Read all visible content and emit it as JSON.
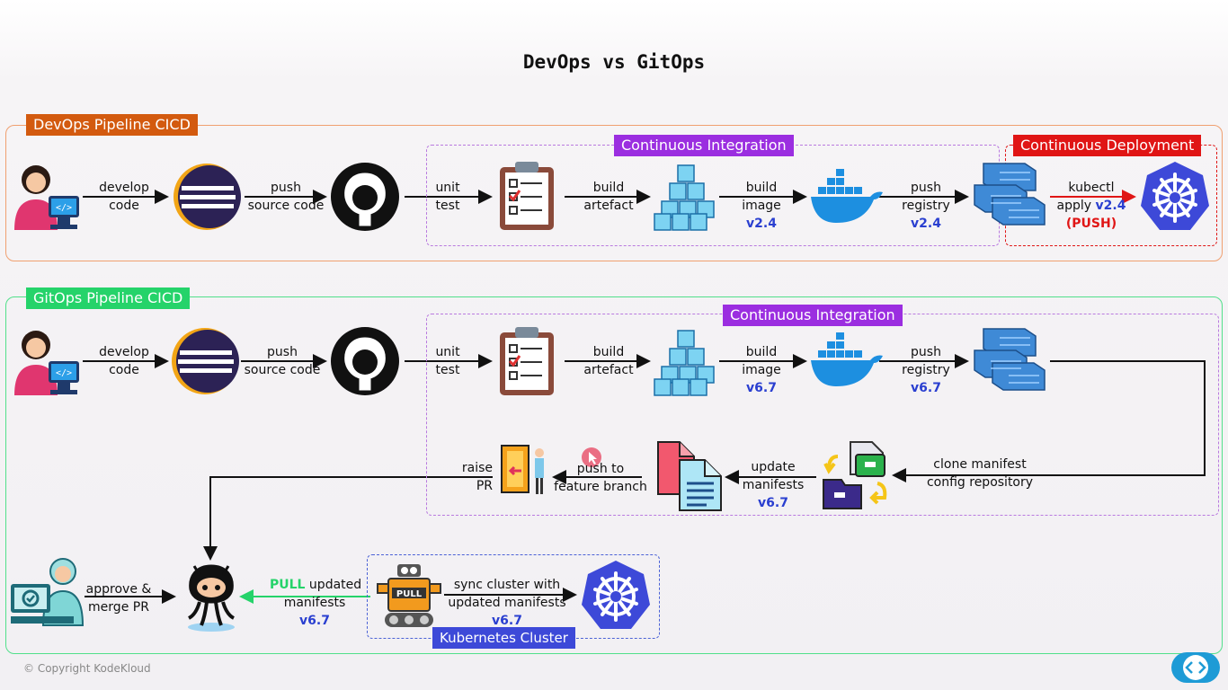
{
  "title": "DevOps vs GitOps",
  "colors": {
    "devops": "#d35a0f",
    "gitops": "#25d36a",
    "ci": "#9b2ee0",
    "cd": "#e01515",
    "k8s": "#3d49d8",
    "version": "#2a3fd0"
  },
  "devops": {
    "tag": "DevOps Pipeline CICD",
    "ci_label": "Continuous Integration",
    "cd_label": "Continuous Deployment",
    "steps": {
      "develop": [
        "develop",
        "code"
      ],
      "push": [
        "push",
        "source code"
      ],
      "unit": [
        "unit",
        "test"
      ],
      "build_artefact": [
        "build",
        "artefact"
      ],
      "build_image": [
        "build",
        "image"
      ],
      "build_image_ver": "v2.4",
      "push_registry": [
        "push",
        "registry"
      ],
      "push_registry_ver": "v2.4",
      "kubectl": [
        "kubectl",
        "apply"
      ],
      "kubectl_ver": "v2.4",
      "push_tag": "(PUSH)"
    }
  },
  "gitops": {
    "tag": "GitOps Pipeline CICD",
    "ci_label": "Continuous Integration",
    "k8s_label": "Kubernetes Cluster",
    "steps": {
      "develop": [
        "develop",
        "code"
      ],
      "push": [
        "push",
        "source code"
      ],
      "unit": [
        "unit",
        "test"
      ],
      "build_artefact": [
        "build",
        "artefact"
      ],
      "build_image": [
        "build",
        "image"
      ],
      "build_image_ver": "v6.7",
      "push_registry": [
        "push",
        "registry"
      ],
      "push_registry_ver": "v6.7",
      "clone": [
        "clone manifest",
        "config repository"
      ],
      "update": [
        "update",
        "manifests"
      ],
      "update_ver": "v6.7",
      "feature": [
        "push to",
        "feature branch"
      ],
      "raise": [
        "raise",
        "PR"
      ],
      "approve": [
        "approve &",
        "merge PR"
      ],
      "pull_word": "PULL",
      "pull_rest": " updated",
      "pull_line2": "manifests",
      "pull_ver": "v6.7",
      "sync": [
        "sync cluster with",
        "updated manifests"
      ],
      "sync_ver": "v6.7",
      "robot_text": "PULL"
    }
  },
  "copyright": "© Copyright KodeKloud",
  "icons": [
    "developer-icon",
    "eclipse-icon",
    "github-icon",
    "clipboard-checklist-icon",
    "cubes-icon",
    "docker-icon",
    "container-registry-icon",
    "kubernetes-icon",
    "manifest-files-icon",
    "sync-folders-icon",
    "pull-request-door-icon",
    "octocat-icon",
    "reviewer-icon",
    "pull-robot-icon",
    "code-chat-icon"
  ]
}
